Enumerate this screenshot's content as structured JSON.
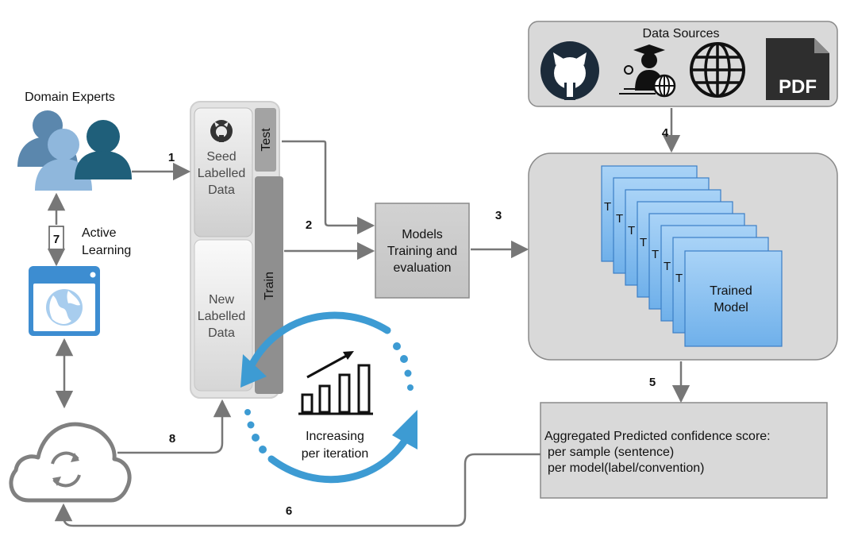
{
  "experts_title": "Domain Experts",
  "active_learning": "Active Learning",
  "active_learning_line1": "Active",
  "active_learning_line2": "Learning",
  "seed_data": [
    "Seed",
    "Labelled",
    "Data"
  ],
  "new_data": [
    "New",
    "Labelled",
    "Data"
  ],
  "test_label": "Test",
  "train_label": "Train",
  "models_box": [
    "Models",
    "Training and",
    "evaluation"
  ],
  "data_sources_title": "Data Sources",
  "pdf_label": "PDF",
  "transformer_letter": "T",
  "trained_model": [
    "Trained",
    "Model"
  ],
  "increasing": [
    "Increasing",
    "per iteration"
  ],
  "aggregated": [
    "Aggregated Predicted confidence score:",
    "per sample (sentence)",
    "per model(label/convention)"
  ],
  "steps": {
    "s1": "1",
    "s2": "2",
    "s3": "3",
    "s4": "4",
    "s5": "5",
    "s6": "6",
    "s7": "7",
    "s8": "8"
  },
  "colors": {
    "accent_blue": "#3d9bd3",
    "dark_teal": "#1f5f7a",
    "panel_grey": "#d9d9d9",
    "model_blue": "#8fc3f0"
  }
}
